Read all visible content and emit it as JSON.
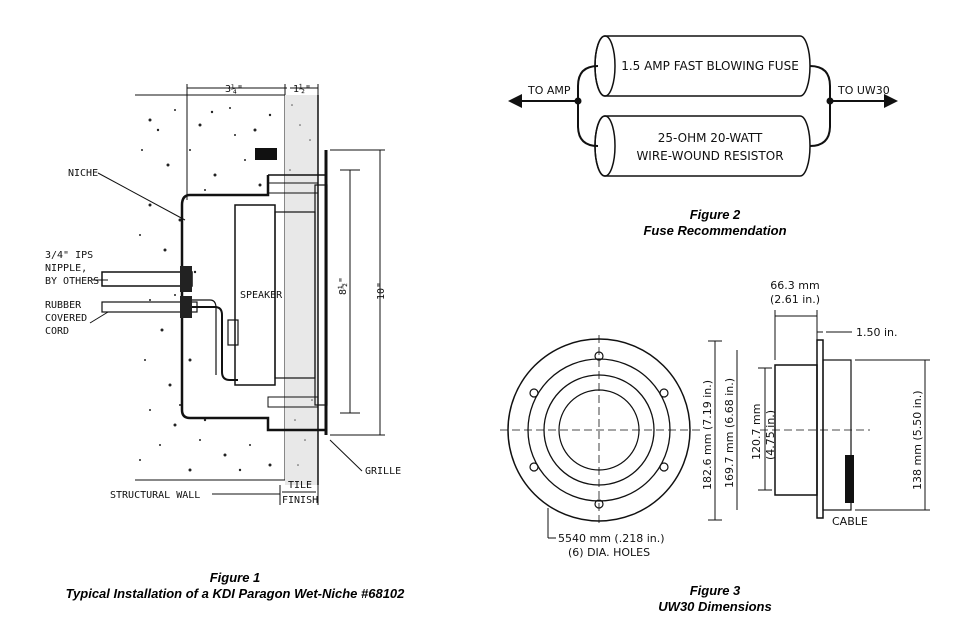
{
  "figure1": {
    "dims": {
      "d1": "3¼\"",
      "d2": "1½\"",
      "d3": "8½\"",
      "d4": "10\""
    },
    "labels": {
      "niche": "NICHE",
      "nipple_1": "3/4\" IPS",
      "nipple_2": "NIPPLE,",
      "nipple_3": "BY OTHERS",
      "cord_1": "RUBBER",
      "cord_2": "COVERED",
      "cord_3": "CORD",
      "speaker": "SPEAKER",
      "structural_wall": "STRUCTURAL WALL",
      "tile": "TILE",
      "finish": "FINISH",
      "grille": "GRILLE"
    },
    "caption_title": "Figure 1",
    "caption_text": "Typical Installation of a KDI Paragon Wet-Niche #68102"
  },
  "figure2": {
    "fuse_label": "1.5 AMP FAST BLOWING FUSE",
    "resistor_line1": "25-OHM 20-WATT",
    "resistor_line2": "WIRE-WOUND RESISTOR",
    "to_amp": "TO AMP",
    "to_uw30": "TO UW30",
    "caption_title": "Figure 2",
    "caption_text": "Fuse Recommendation"
  },
  "figure3": {
    "width_mm": "66.3 mm",
    "width_in": "(2.61 in.)",
    "flange": "1.50 in.",
    "dim_182": "182.6 mm (7.19 in.)",
    "dim_169": "169.7 mm (6.68 in.)",
    "dim_120a": "120.7 mm",
    "dim_120b": "(4.75 in.)",
    "dim_138": "138 mm (5.50 in.)",
    "holes_1": "5540 mm (.218 in.)",
    "holes_2": "(6) DIA. HOLES",
    "cable": "CABLE",
    "caption_title": "Figure 3",
    "caption_text": "UW30 Dimensions"
  }
}
